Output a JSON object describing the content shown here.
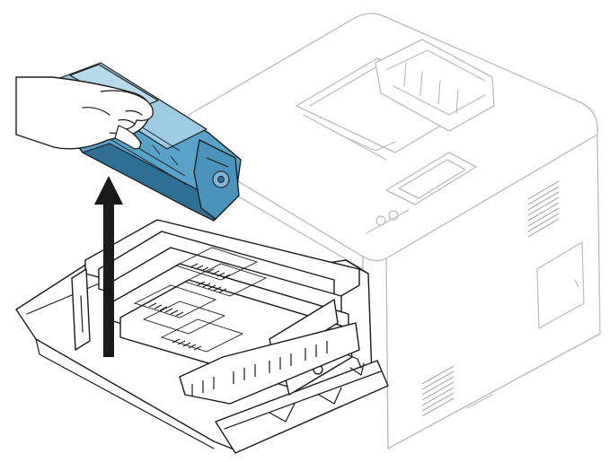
{
  "illustration": {
    "kind": "printer-toner-cartridge-removal",
    "colors": {
      "outline": "#1a1a1a",
      "printer_body": "#bdbdbd",
      "cartridge_fill": "#5aa2c8",
      "cartridge_highlight": "#9ccbe3",
      "cartridge_shadow": "#2f6f93",
      "arrow": "#111111"
    },
    "arrow_direction": "up",
    "icons": [
      "printer-body",
      "toner-cartridge",
      "hand",
      "up-arrow",
      "cartridge-drawer"
    ]
  }
}
